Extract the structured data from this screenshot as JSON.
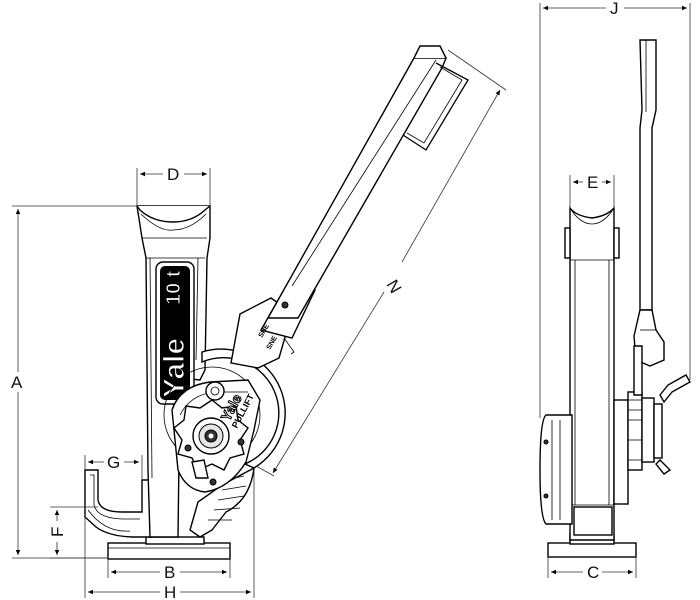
{
  "labels": {
    "A": "A",
    "B": "B",
    "C": "C",
    "D": "D",
    "E": "E",
    "F": "F",
    "G": "G",
    "H": "H",
    "J": "J",
    "N": "N"
  },
  "brand": {
    "logo": "Yale",
    "capacity": "10 t",
    "plate_brand": "Yale",
    "plate_model": "PULLIFT"
  },
  "colors": {
    "line": "#000000",
    "dimension": "#333333",
    "shade": "#e6e6e6",
    "background": "#ffffff"
  }
}
